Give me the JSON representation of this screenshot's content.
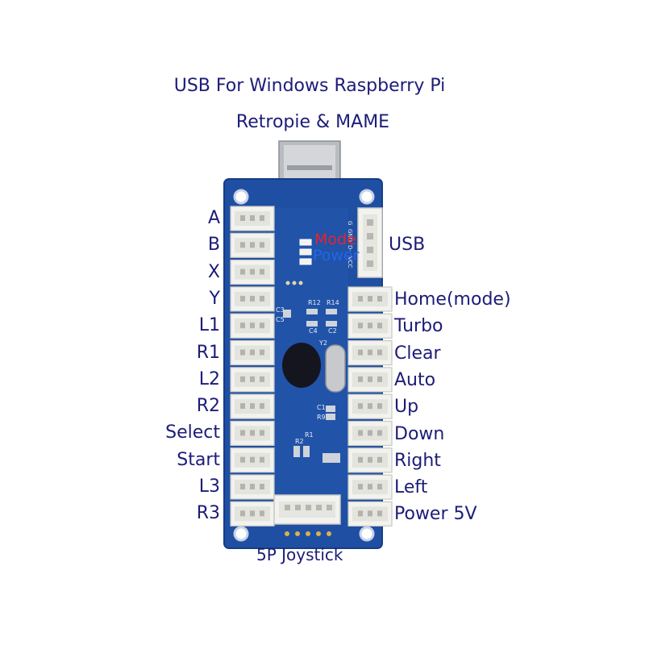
{
  "title_line1": "USB For Windows Raspberry Pi",
  "title_line2": "Retropie & MAME",
  "left_labels": [
    "A",
    "B",
    "X",
    "Y",
    "L1",
    "R1",
    "L2",
    "R2",
    "Select",
    "Start",
    "L3",
    "R3"
  ],
  "right_labels": [
    "Home(mode)",
    "Turbo",
    "Clear",
    "Auto",
    "Up",
    "Down",
    "Right",
    "Left",
    "Power 5V"
  ],
  "usb_label": "USB",
  "led_mode_label": "Mode",
  "led_power_label": "Power",
  "joystick_label": "5P Joystick",
  "silkscreen": {
    "r12": "R12",
    "r14": "R14",
    "c3": "C3",
    "c5": "C5",
    "c4": "C4",
    "c2": "C2",
    "c1": "C1",
    "r9": "R9",
    "r2": "R2",
    "r1": "R1",
    "y2": "Y2",
    "d": "D-",
    "dp": "D+",
    "g": "G",
    "gnd": "GND",
    "vcc": "VCC"
  },
  "colors": {
    "board": "#1f4fa3",
    "board_edge": "#153d85",
    "connector": "#f2f2ee",
    "text": "#1c1c78",
    "mode": "#e8232a",
    "power": "#2266e8"
  }
}
